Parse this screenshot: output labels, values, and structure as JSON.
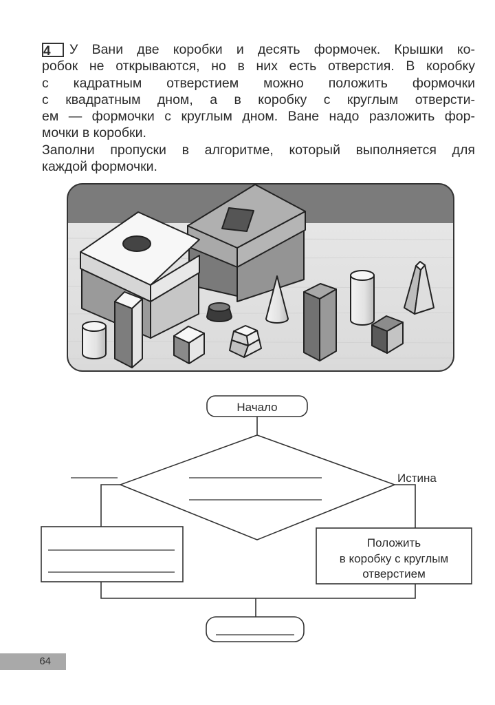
{
  "task": {
    "number": "4",
    "lines": [
      "У Вани две коробки и десять формочек. Крышки ко-",
      "робок не открываются, но в них есть отверстия. В коробку",
      "с кадратным отверстием можно положить формочки",
      "с квадратным дном, а в коробку с круглым отверсти-",
      "ем — формочки с круглым дном. Ване надо разложить фор-",
      "мочки в коробки."
    ],
    "instruction_lines": [
      "Заполни пропуски в алгоритме, который выполняется для",
      "каждой формочки."
    ]
  },
  "illustration": {
    "description": "Две коробки (с круглым и квадратным отверстием) и десять формочек",
    "objects": [
      "box-round-hole",
      "box-square-hole",
      "cylinder-small",
      "tall-prism",
      "truncated-cone",
      "cube",
      "truncated-pyramid",
      "cone",
      "tall-prism-dark",
      "cylinder-tall",
      "cube-dark",
      "pyramid-truncated-tall"
    ]
  },
  "flowchart": {
    "start_label": "Начало",
    "condition_blank_lines": 2,
    "false_label_blank": "",
    "true_label": "Истина",
    "false_action_blank_lines": 2,
    "true_action_lines": [
      "Положить",
      "в коробку с круглым",
      "отверстием"
    ],
    "end_label_blank": ""
  },
  "page": {
    "number": "64"
  }
}
